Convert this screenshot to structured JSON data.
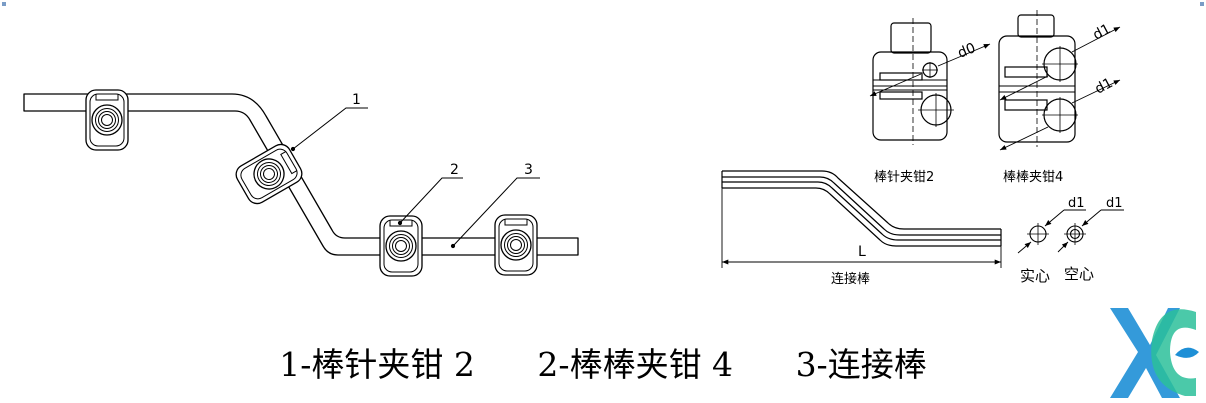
{
  "callouts": {
    "c1": "1",
    "c2": "2",
    "c3": "3"
  },
  "dims": {
    "d0": "d0",
    "d1_a": "d1",
    "d1_b": "d1",
    "d1_solid": "d1",
    "d1_hollow": "d1",
    "length": "L"
  },
  "labels": {
    "clamp_pin": "棒针夹钳2",
    "clamp_rod": "棒棒夹钳4",
    "rod": "连接棒",
    "solid": "实心",
    "hollow": "空心"
  },
  "caption": {
    "item1": "1-棒针夹钳 2",
    "item2": "2-棒棒夹钳 4",
    "item3": "3-连接棒"
  },
  "colors": {
    "line": "#000000",
    "logo_blue": "#1e8fd6",
    "logo_green": "#2bbf9a"
  }
}
